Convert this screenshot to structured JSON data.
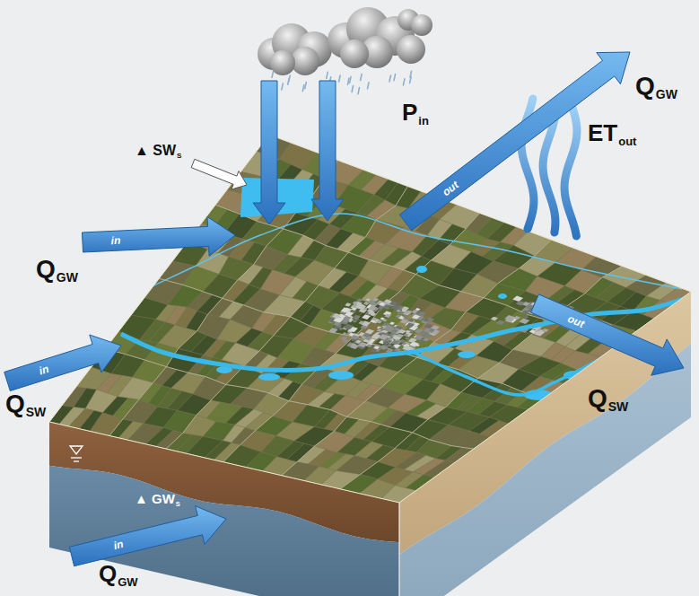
{
  "diagram": {
    "labels": [
      "P",
      "in",
      "out",
      "Q",
      "GW",
      "ET",
      "out",
      "▲ SW",
      "S",
      "in",
      "Q",
      "GW",
      "in",
      "Q",
      "SW",
      "▲ GW",
      "S",
      "in",
      "Q",
      "GW",
      "out",
      "Q",
      "SW"
    ]
  }
}
